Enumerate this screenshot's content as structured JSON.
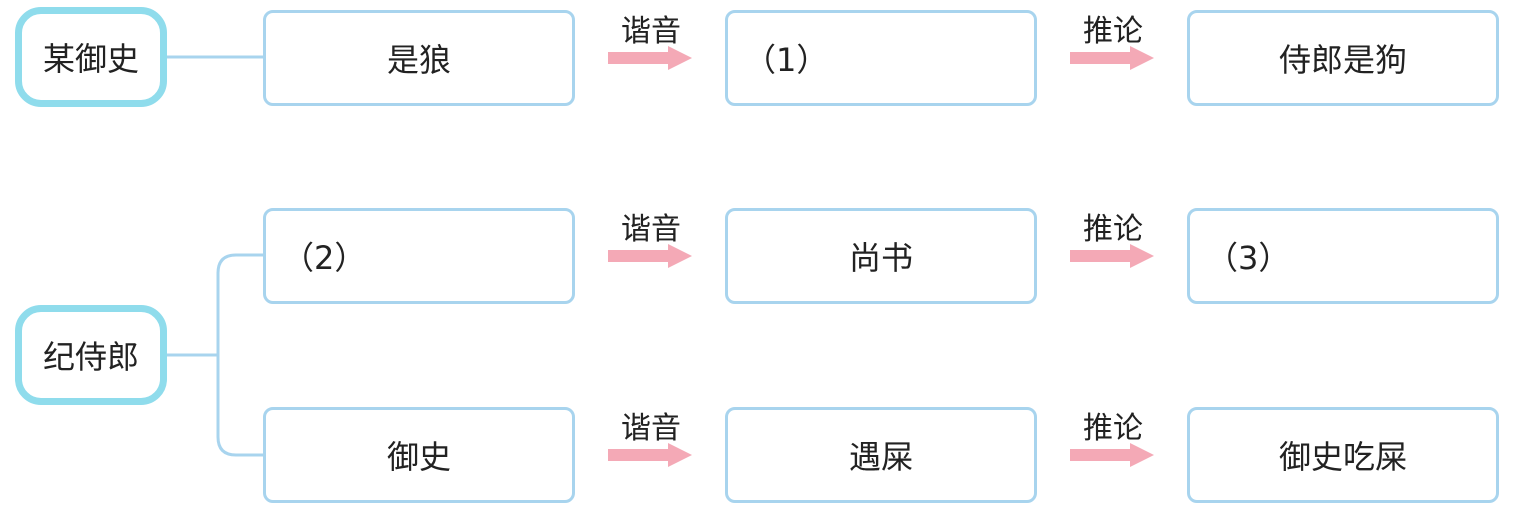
{
  "roots": [
    {
      "id": "r1",
      "label": "某御史"
    },
    {
      "id": "r2",
      "label": "纪侍郎"
    }
  ],
  "rows": [
    {
      "root": "r1",
      "cells": [
        "是狼",
        "（1）",
        "侍郎是狗"
      ],
      "edges": [
        "谐音",
        "推论"
      ]
    },
    {
      "root": "r2",
      "cells": [
        "（2）",
        "尚书",
        "（3）"
      ],
      "edges": [
        "谐音",
        "推论"
      ]
    },
    {
      "root": "r2",
      "cells": [
        "御史",
        "遇屎",
        "御史吃屎"
      ],
      "edges": [
        "谐音",
        "推论"
      ]
    }
  ],
  "colors": {
    "root_border": "#8fdcec",
    "box_border": "#a8d4ee",
    "connector": "#a8d4ee",
    "arrow": "#f4a9b6"
  }
}
